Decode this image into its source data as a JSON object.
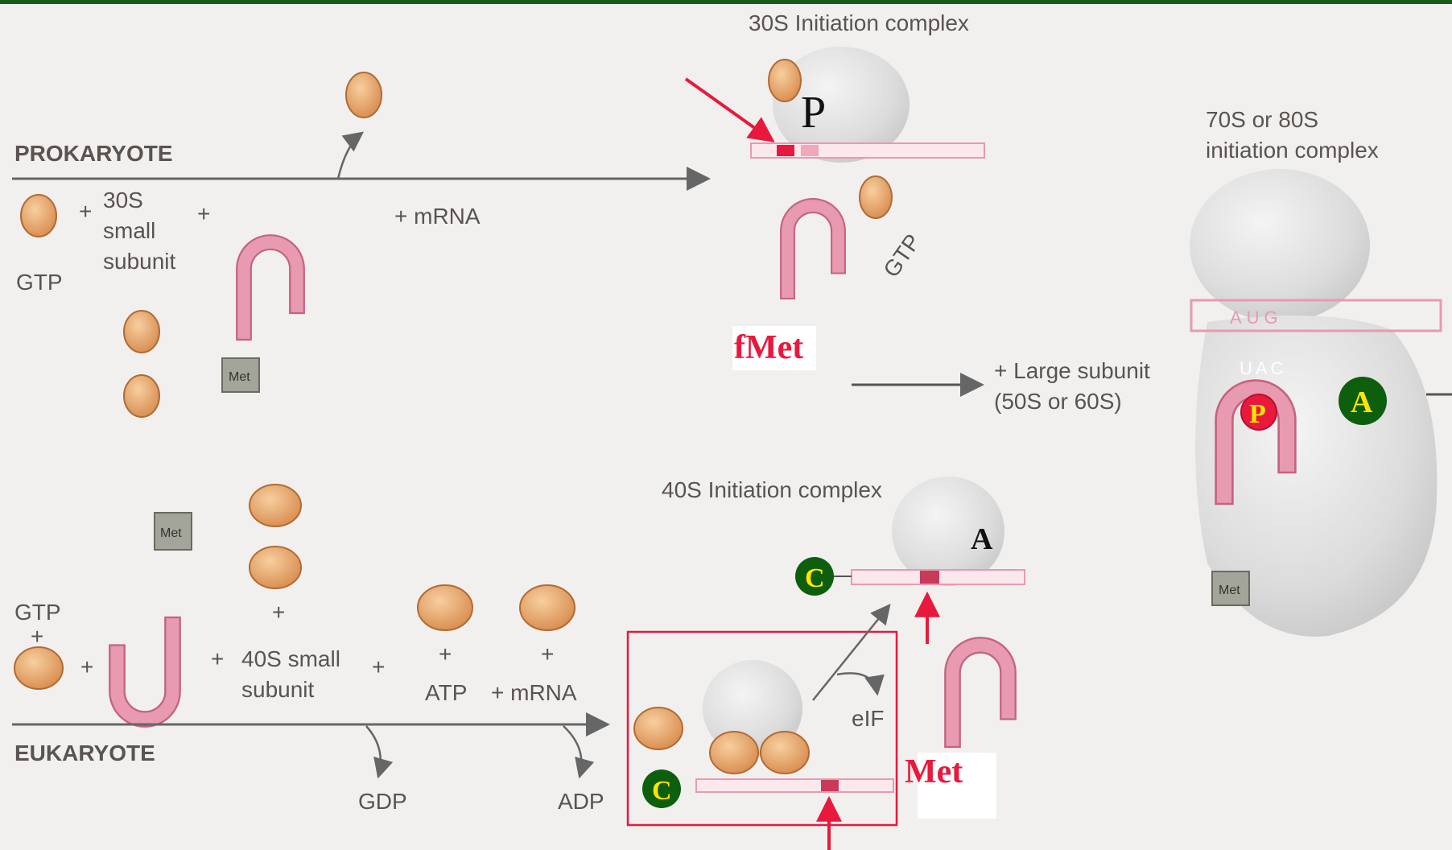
{
  "prokaryote": {
    "label": "PROKARYOTE",
    "small_subunit": [
      "30S",
      "small",
      "subunit"
    ],
    "gtp": "GTP",
    "plus_mrna": "+ mRNA",
    "met_box": "Met"
  },
  "complex_30s": {
    "title": "30S Initiation complex",
    "p_site": "P",
    "gtp": "GTP",
    "fmet": "fMet"
  },
  "large_subunit": {
    "line1": "+ Large subunit",
    "line2": "(50S or 60S)"
  },
  "complex_70s": {
    "title_line1": "70S or 80S",
    "title_line2": "initiation complex",
    "codon": "AUG",
    "anticodon": "UAC",
    "p_site": "P",
    "a_site": "A",
    "met_box": "Met"
  },
  "eukaryote": {
    "label": "EUKARYOTE",
    "gtp": "GTP",
    "small_subunit": [
      "40S small",
      "subunit"
    ],
    "atp": "ATP",
    "plus_mrna": "+ mRNA",
    "gdp": "GDP",
    "adp": "ADP",
    "met_box": "Met"
  },
  "complex_40s": {
    "title": "40S Initiation complex",
    "a_site": "A",
    "c_site": "C",
    "c_site_lower": "C",
    "met": "Met",
    "eif_release": "eIF"
  },
  "colors": {
    "frame": "#1a5a1a",
    "trna": "#e79ab0",
    "factor": "#e4a766",
    "ribosome": "#d8d8d8",
    "highlight_red": "#e8193c",
    "site_green": "#0d5e0d",
    "site_yellow": "#ffe400"
  }
}
